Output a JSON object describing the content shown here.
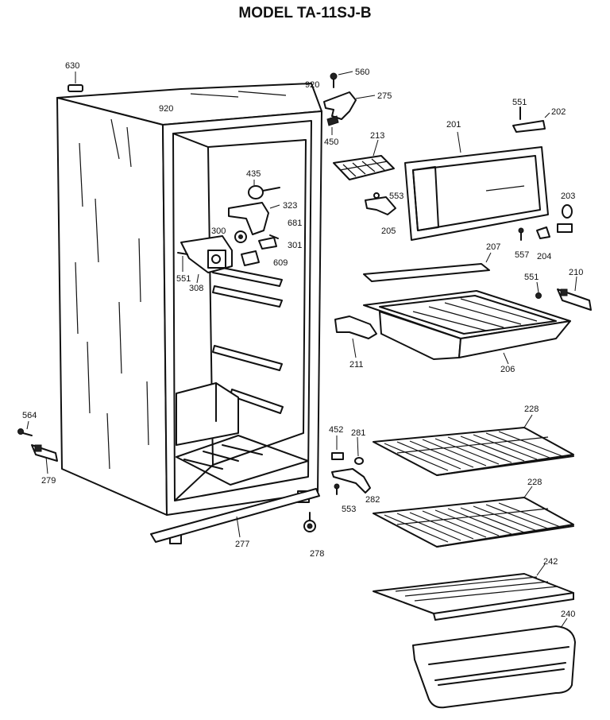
{
  "title": "MODEL TA-11SJ-B",
  "parts": {
    "p630": "630",
    "p920a": "920",
    "p920b": "920",
    "p560": "560",
    "p275": "275",
    "p450": "450",
    "p213": "213",
    "p201": "201",
    "p551a": "551",
    "p202": "202",
    "p435": "435",
    "p323": "323",
    "p553a": "553",
    "p203": "203",
    "p681": "681",
    "p300": "300",
    "p301": "301",
    "p205": "205",
    "p557": "557",
    "p204": "204",
    "p207": "207",
    "p609": "609",
    "p551b": "551",
    "p308": "308",
    "p551c": "551",
    "p210": "210",
    "p211": "211",
    "p206": "206",
    "p564": "564",
    "p228a": "228",
    "p452": "452",
    "p281": "281",
    "p279": "279",
    "p282": "282",
    "p553b": "553",
    "p228b": "228",
    "p277": "277",
    "p278": "278",
    "p242": "242",
    "p240": "240"
  }
}
